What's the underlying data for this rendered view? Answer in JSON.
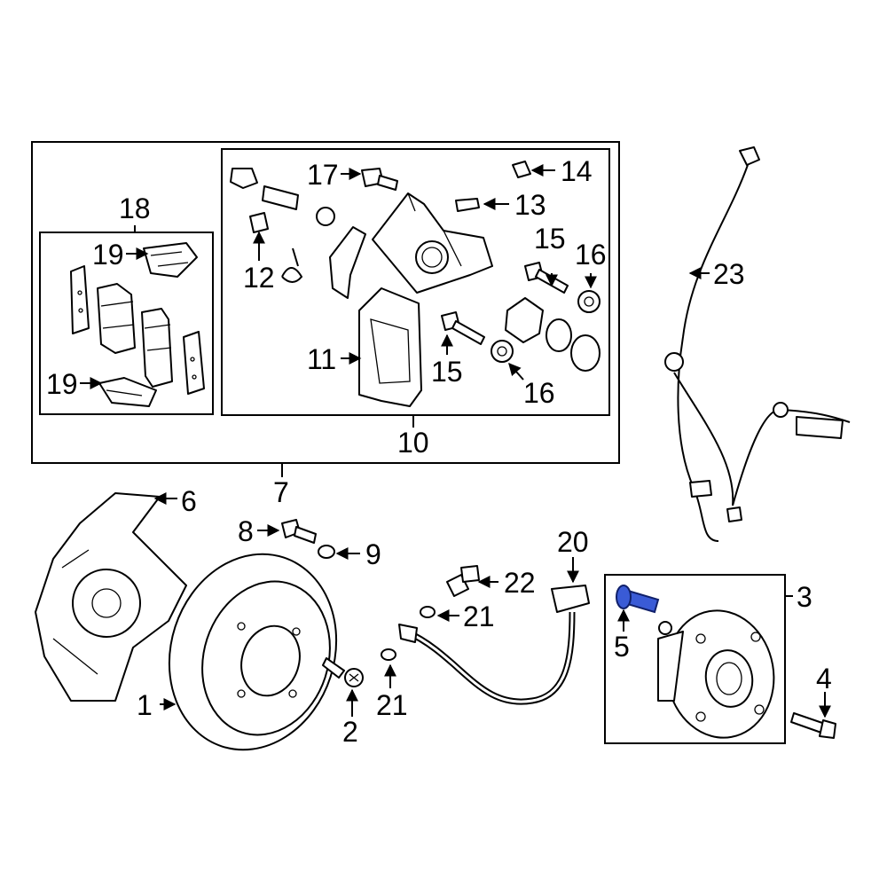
{
  "callouts": {
    "c1": "1",
    "c2": "2",
    "c3": "3",
    "c4": "4",
    "c5": "5",
    "c6": "6",
    "c7": "7",
    "c8": "8",
    "c9": "9",
    "c10": "10",
    "c11": "11",
    "c12": "12",
    "c13": "13",
    "c14": "14",
    "c15a": "15",
    "c15b": "15",
    "c16a": "16",
    "c16b": "16",
    "c17": "17",
    "c18": "18",
    "c19a": "19",
    "c19b": "19",
    "c20": "20",
    "c21a": "21",
    "c21b": "21",
    "c22": "22",
    "c23": "23"
  },
  "highlight": {
    "part": "5",
    "color": "#3a5bd6"
  }
}
